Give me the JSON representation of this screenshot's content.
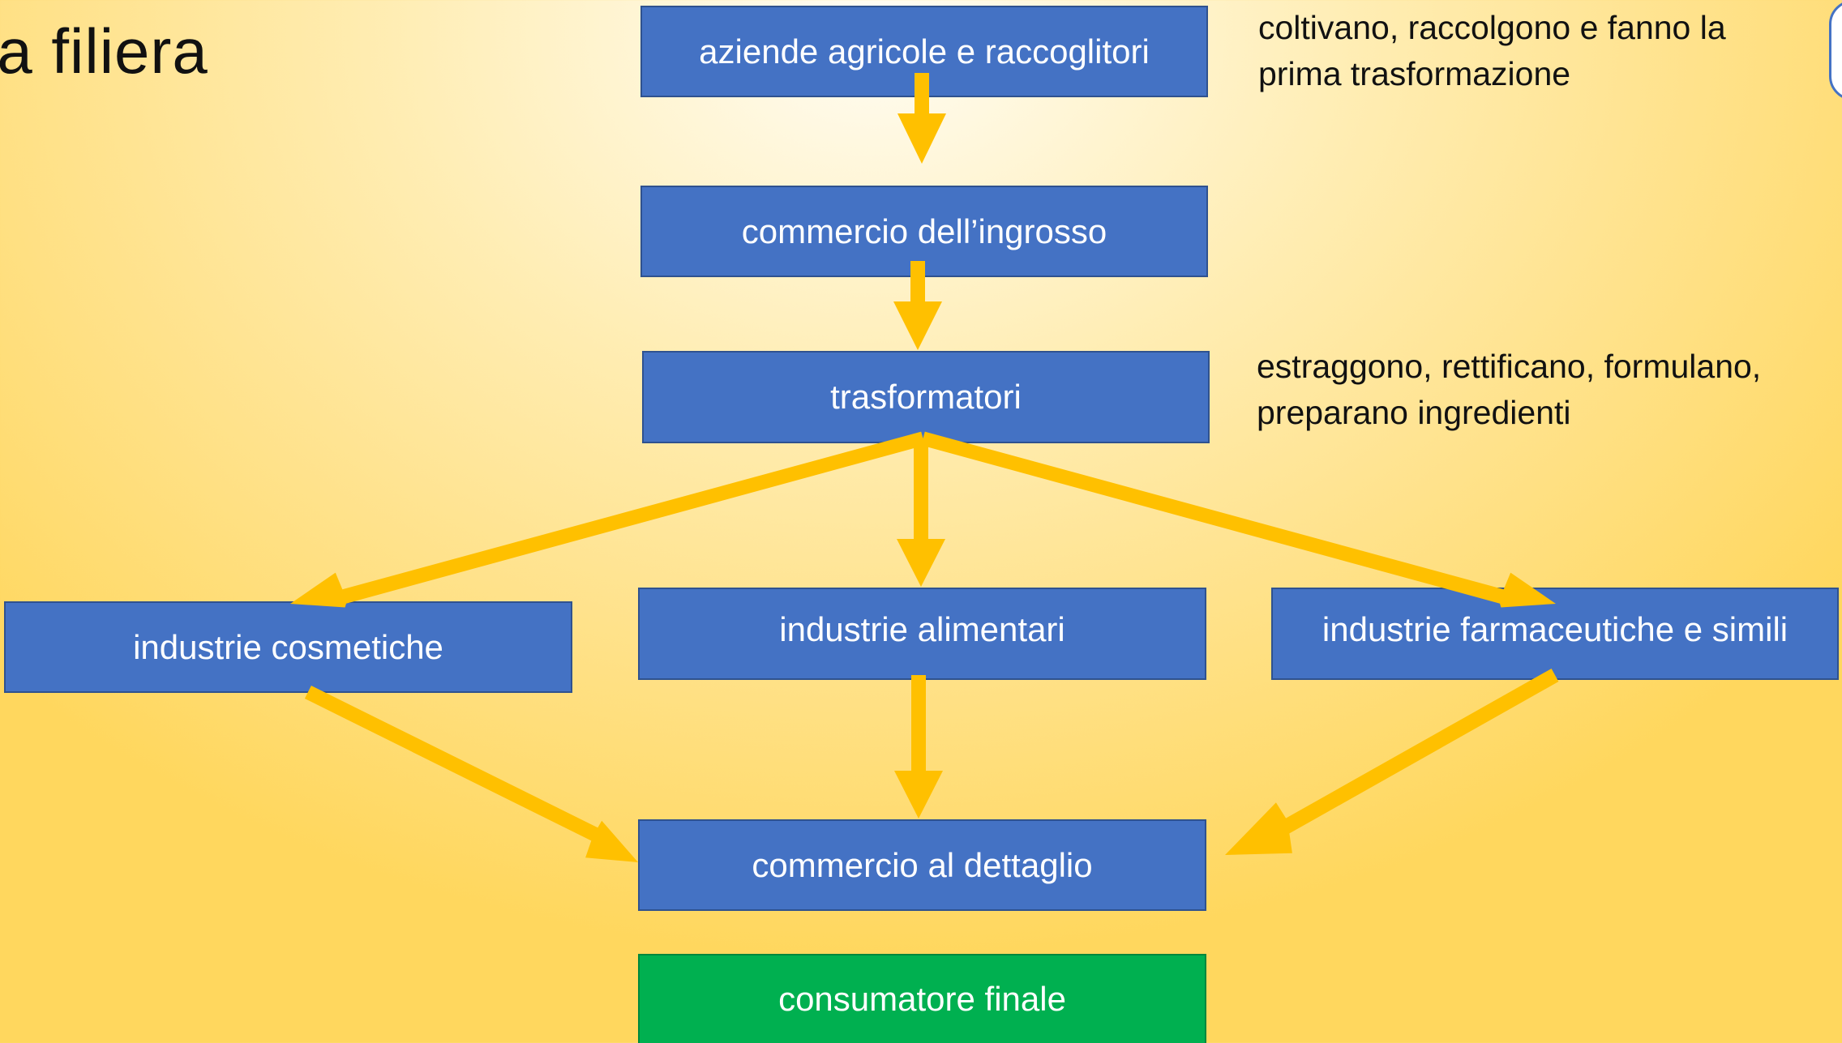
{
  "slide": {
    "title": "la filiera"
  },
  "nodes": {
    "aziende": "aziende agricole e raccoglitori",
    "ingrosso": "commercio dell’ingrosso",
    "trasformatori": "trasformatori",
    "cosmetiche": "industrie cosmetiche",
    "alimentari": "industrie alimentari",
    "farmaceutiche": "industrie farmaceutiche e simili",
    "dettaglio": "commercio al dettaglio",
    "consumatore": "consumatore finale"
  },
  "notes": {
    "aziende": "coltivano, raccolgono e fanno la\nprima trasformazione",
    "trasformatori": "estraggono, rettificano, formulano,\npreparano ingredienti"
  },
  "edges": [
    {
      "from": "aziende",
      "to": "ingrosso"
    },
    {
      "from": "ingrosso",
      "to": "trasformatori"
    },
    {
      "from": "trasformatori",
      "to": "cosmetiche"
    },
    {
      "from": "trasformatori",
      "to": "alimentari"
    },
    {
      "from": "trasformatori",
      "to": "farmaceutiche"
    },
    {
      "from": "cosmetiche",
      "to": "dettaglio"
    },
    {
      "from": "alimentari",
      "to": "dettaglio"
    },
    {
      "from": "farmaceutiche",
      "to": "dettaglio"
    }
  ],
  "colors": {
    "box": "#4472c4",
    "box_final": "#00b050",
    "arrow": "#ffc000"
  },
  "icons": {
    "logo": "seal-logo"
  }
}
